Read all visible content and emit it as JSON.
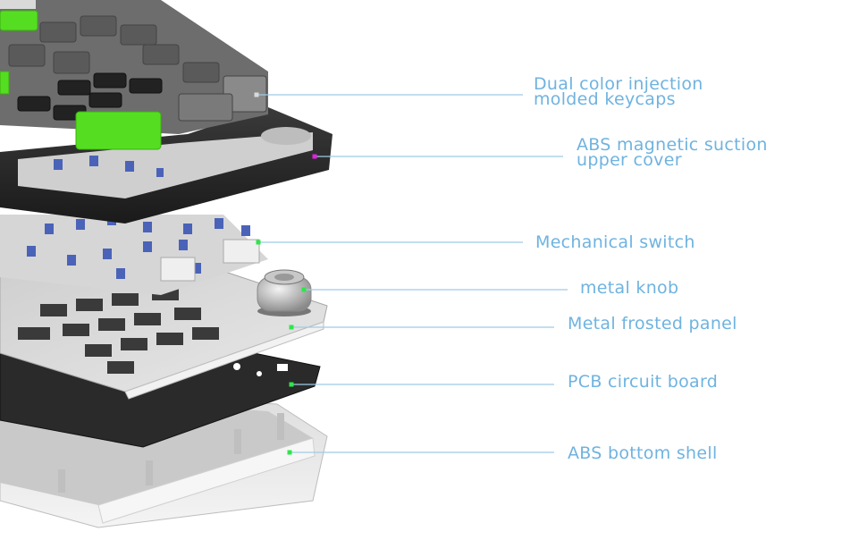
{
  "diagram": {
    "subject": "Exploded view of mechanical keyboard layers",
    "label_color": "#6fb3e0",
    "leader_color": "#9fcbe6",
    "marker_color": "#2ee64a",
    "callouts": [
      {
        "id": "keycaps",
        "lines": [
          "Dual color injection",
          "molded keycaps"
        ],
        "marker": "#d9d9d9"
      },
      {
        "id": "upper-cover",
        "lines": [
          "ABS magnetic suction",
          "upper cover"
        ],
        "marker": "#e020e0"
      },
      {
        "id": "switch",
        "lines": [
          "Mechanical switch"
        ],
        "marker": "#2ee64a"
      },
      {
        "id": "knob",
        "lines": [
          "metal knob"
        ],
        "marker": "#2ee64a"
      },
      {
        "id": "panel",
        "lines": [
          "Metal frosted panel"
        ],
        "marker": "#2ee64a"
      },
      {
        "id": "pcb",
        "lines": [
          "PCB circuit board"
        ],
        "marker": "#2ee64a"
      },
      {
        "id": "bottom-shell",
        "lines": [
          "ABS bottom shell"
        ],
        "marker": "#2ee64a"
      }
    ]
  }
}
